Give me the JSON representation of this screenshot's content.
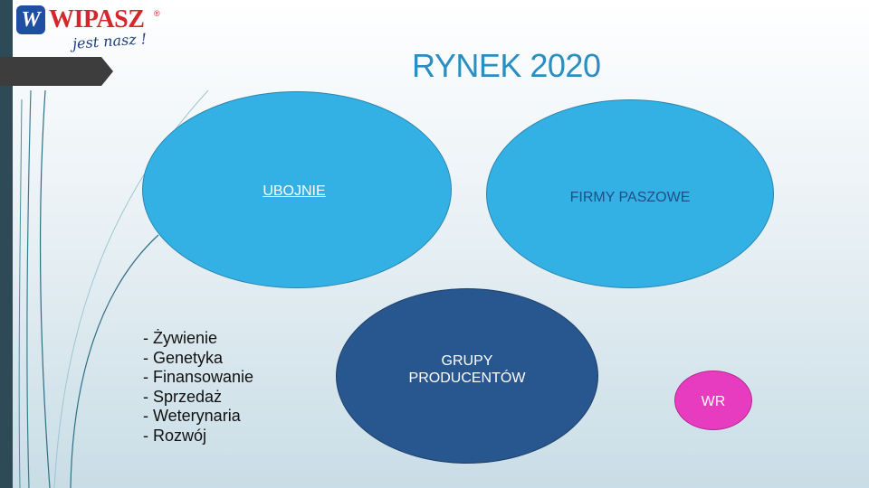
{
  "logo": {
    "mark": "W",
    "name": "WIPASZ",
    "registered": "®",
    "slogan": "jest nasz !"
  },
  "slide": {
    "title": "RYNEK 2020"
  },
  "shapes": {
    "ubojnie": "UBOJNIE",
    "firmy_paszowe": "FIRMY PASZOWE",
    "grupy_producentow": "GRUPY\nPRODUCENTÓW",
    "wr": "WR"
  },
  "bullets": [
    "- Żywienie",
    "- Genetyka",
    "- Finansowanie",
    "- Sprzedaż",
    "- Weterynaria",
    "- Rozwój"
  ],
  "colors": {
    "ellipse_light_blue": "#34b1e4",
    "ellipse_dark_blue": "#28568f",
    "ellipse_magenta": "#e83cc0",
    "title_blue": "#2a8fc0",
    "logo_red": "#d6262b"
  }
}
